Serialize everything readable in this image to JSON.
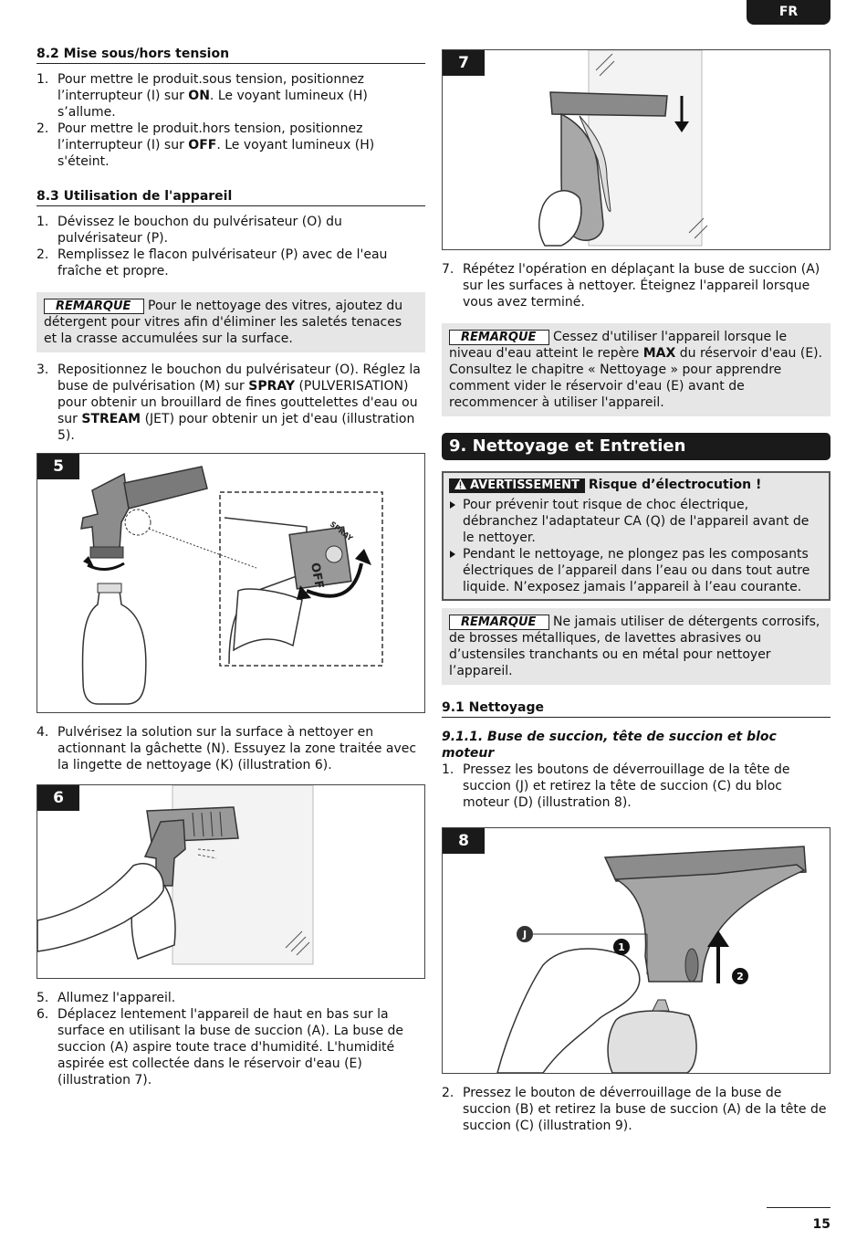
{
  "lang": "FR",
  "page_number": "15",
  "note_label": "REMARQUE",
  "left": {
    "s82": {
      "title": "8.2 Mise sous/hors tension",
      "items": [
        {
          "n": "1.",
          "a": "Pour mettre le produit.sous tension, positionnez l’interrupteur (I) sur ",
          "b": "ON",
          "c": ". Le voyant lumineux (H) s’allume."
        },
        {
          "n": "2.",
          "a": "Pour mettre le produit.hors tension, positionnez l’interrupteur (I) sur ",
          "b": "OFF",
          "c": ". Le voyant lumineux (H) s'éteint."
        }
      ]
    },
    "s83": {
      "title": "8.3 Utilisation de l'appareil",
      "items": [
        {
          "n": "1.",
          "t": "Dévissez le bouchon du pulvérisateur (O) du pulvérisateur (P)."
        },
        {
          "n": "2.",
          "t": "Remplissez le flacon pulvérisateur (P) avec de l'eau fraîche et propre."
        }
      ],
      "note": "Pour le nettoyage des vitres, ajoutez du détergent pour vitres afin d'éliminer les saletés tenaces et la crasse accumulées sur la surface.",
      "item3": {
        "n": "3.",
        "p1": "Repositionnez le bouchon du pulvérisateur (O). Réglez la buse de pulvérisation (M) sur ",
        "b1": "SPRAY",
        "p2": " (PULVERISATION) pour obtenir un brouillard de fines gouttelettes d'eau ou sur ",
        "b2": "STREAM",
        "p3": " (JET) pour obtenir un jet d'eau (illustration 5)."
      },
      "fig5": {
        "num": "5",
        "off": "OFF",
        "spray": "SPRAY"
      },
      "item4": {
        "n": "4.",
        "t": "Pulvérisez la solution sur la surface à nettoyer en actionnant la gâchette (N). Essuyez la zone traitée avec la lingette de nettoyage (K) (illustration 6)."
      },
      "fig6": {
        "num": "6"
      },
      "items56": [
        {
          "n": "5.",
          "t": "Allumez l'appareil."
        },
        {
          "n": "6.",
          "t": "Déplacez lentement l'appareil de haut en bas sur la surface en utilisant la buse de succion (A). La buse de succion (A) aspire toute trace d'humidité. L'humidité aspirée est collectée dans le réservoir d'eau (E) (illustration 7)."
        }
      ]
    }
  },
  "right": {
    "fig7": {
      "num": "7"
    },
    "item7": {
      "n": "7.",
      "t": "Répétez l'opération en déplaçant la buse de succion (A) sur les surfaces à nettoyer. Éteignez l'appareil lorsque vous avez terminé."
    },
    "note2": {
      "p1": "Cessez d'utiliser l'appareil lorsque le niveau d'eau atteint le repère ",
      "b": "MAX",
      "p2": " du réservoir d'eau (E). Consultez le chapitre « Nettoyage » pour apprendre comment vider le réservoir d'eau (E) avant de recommencer à utiliser l'appareil."
    },
    "chapter": "9. Nettoyage et Entretien",
    "warning": {
      "label": "AVERTISSEMENT",
      "title": "Risque d’électrocution !",
      "bullets": [
        "Pour prévenir tout risque de choc électrique, débranchez l'adaptateur CA (Q) de l'appareil avant de le nettoyer.",
        "Pendant le nettoyage, ne plongez pas les composants électriques de l’appareil dans l’eau ou dans tout autre liquide. N’exposez jamais l’appareil à l’eau courante."
      ]
    },
    "note3": "Ne jamais utiliser de détergents corrosifs, de brosses métalliques, de lavettes abrasives ou d’ustensiles tranchants ou en métal pour nettoyer l’appareil.",
    "s91": {
      "title": "9.1 Nettoyage",
      "sub": "9.1.1.  Buse de succion, tête de succion et bloc moteur",
      "item1": {
        "n": "1.",
        "t": "Pressez les boutons de déverrouillage de la tête de succion (J) et retirez la tête de succion (C) du bloc moteur (D) (illustration 8)."
      },
      "fig8": {
        "num": "8",
        "label_j": "J",
        "label_1": "1",
        "label_2": "2"
      },
      "item2": {
        "n": "2.",
        "t": "Pressez le bouton de déverrouillage de la buse de succion (B) et retirez la buse de succion (A) de la tête de succion (C) (illustration 9)."
      }
    }
  }
}
